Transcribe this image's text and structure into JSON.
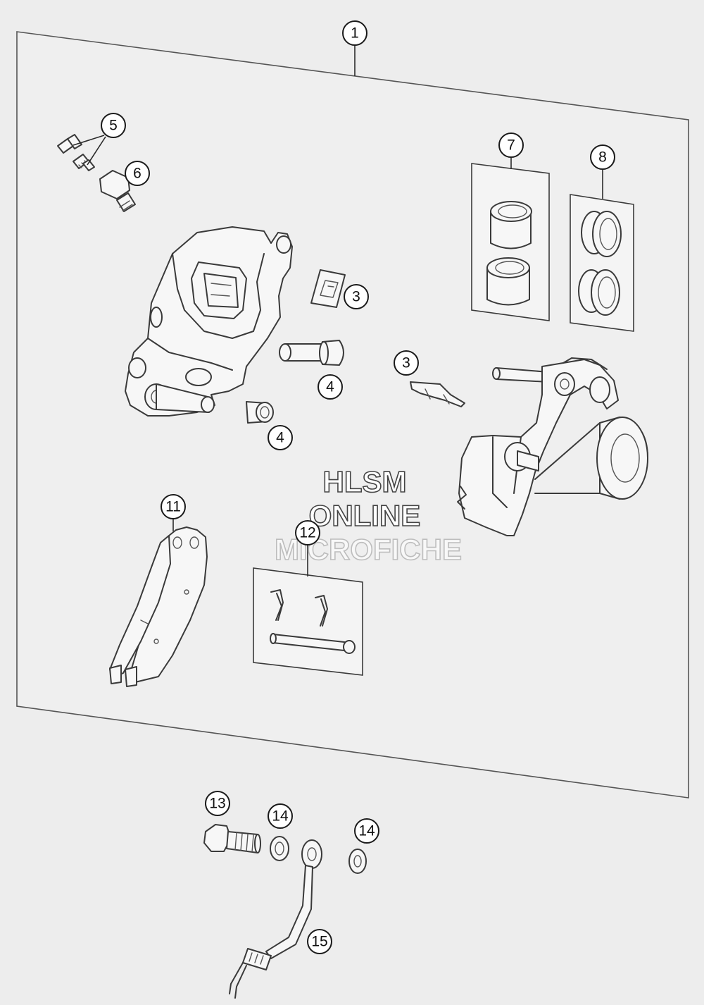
{
  "watermark": {
    "line1": "HLSM",
    "line2": "ONLINE",
    "line3": "MICROFICHE"
  },
  "callouts": [
    {
      "id": "c1",
      "label": "1"
    },
    {
      "id": "c5",
      "label": "5"
    },
    {
      "id": "c6",
      "label": "6"
    },
    {
      "id": "c7",
      "label": "7"
    },
    {
      "id": "c8",
      "label": "8"
    },
    {
      "id": "c3a",
      "label": "3"
    },
    {
      "id": "c3b",
      "label": "3"
    },
    {
      "id": "c4a",
      "label": "4"
    },
    {
      "id": "c4b",
      "label": "4"
    },
    {
      "id": "c11",
      "label": "11"
    },
    {
      "id": "c12",
      "label": "12"
    },
    {
      "id": "c13",
      "label": "13"
    },
    {
      "id": "c14a",
      "label": "14"
    },
    {
      "id": "c14b",
      "label": "14"
    },
    {
      "id": "c15",
      "label": "15"
    }
  ],
  "colors": {
    "background": "#ededed",
    "line": "#3a3a3a",
    "watermark": "#b5b5b5"
  }
}
